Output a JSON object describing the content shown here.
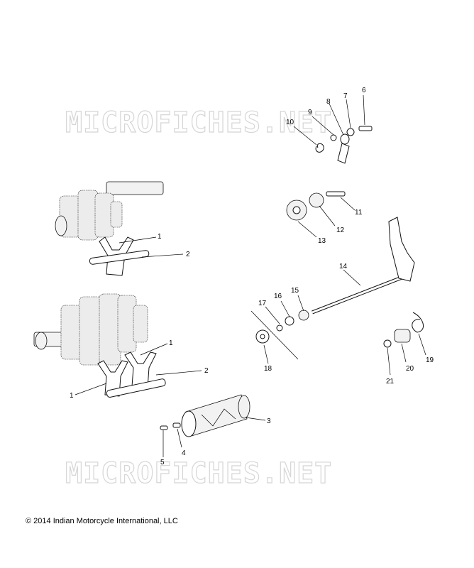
{
  "watermark": "MICROFICHES.NET",
  "copyright": "2014 Indian Motorcycle International, LLC",
  "callouts": [
    "1",
    "1",
    "1",
    "2",
    "2",
    "3",
    "4",
    "5",
    "6",
    "7",
    "8",
    "9",
    "10",
    "11",
    "12",
    "13",
    "14",
    "15",
    "16",
    "17",
    "18",
    "19",
    "20",
    "21"
  ]
}
